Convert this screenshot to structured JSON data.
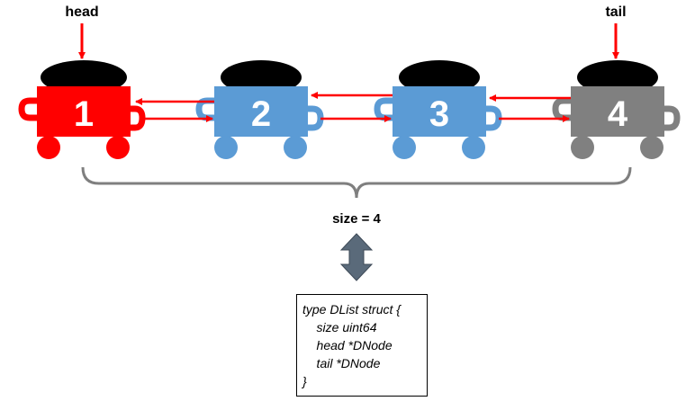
{
  "pointers": {
    "head_label": "head",
    "tail_label": "tail"
  },
  "nodes": [
    {
      "label": "1",
      "color": "#ff0000"
    },
    {
      "label": "2",
      "color": "#5b9bd5"
    },
    {
      "label": "3",
      "color": "#5b9bd5"
    },
    {
      "label": "4",
      "color": "#808080"
    }
  ],
  "size_label": "size = 4",
  "code": {
    "lines": [
      "type DList struct {",
      "    size uint64",
      "    head *DNode",
      "    tail *DNode",
      "}"
    ]
  },
  "colors": {
    "link_arrow": "#ff0000",
    "brace": "#7f7f7f",
    "double_arrow": "#5a6a7a",
    "chimney": "#000000"
  }
}
